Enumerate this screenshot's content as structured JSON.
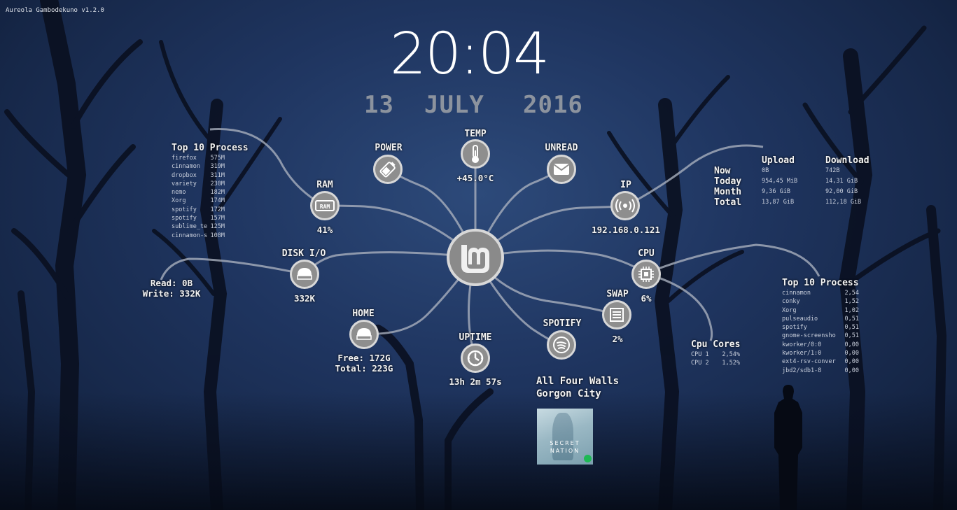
{
  "app": {
    "title": "Aureola Gambodekuno v1.2.0"
  },
  "clock": {
    "time": "20:04",
    "day": "13",
    "month": "JULY",
    "year": "2016"
  },
  "nodes": {
    "temp": {
      "label": "TEMP",
      "value": "+45.0°C",
      "icon": "thermometer-icon"
    },
    "power": {
      "label": "POWER",
      "icon": "battery-icon"
    },
    "unread": {
      "label": "UNREAD",
      "icon": "mail-icon"
    },
    "ram": {
      "label": "RAM",
      "value": "41%",
      "icon": "ram-icon"
    },
    "ip": {
      "label": "IP",
      "value": "192.168.0.121",
      "icon": "wireless-icon"
    },
    "disk_io": {
      "label": "DISK I/O",
      "value": "332K",
      "read": "Read: 0B",
      "write": "Write: 332K",
      "icon": "disk-icon"
    },
    "cpu": {
      "label": "CPU",
      "value": "6%",
      "icon": "chip-icon"
    },
    "swap": {
      "label": "SWAP",
      "value": "2%",
      "icon": "swap-icon"
    },
    "home": {
      "label": "HOME",
      "free": "Free: 172G",
      "total": "Total: 223G",
      "icon": "disk-icon"
    },
    "uptime": {
      "label": "UPTIME",
      "value": "13h 2m 57s",
      "icon": "clock-icon"
    },
    "spotify": {
      "label": "SPOTIFY",
      "track": "All Four Walls",
      "artist": "Gorgon City",
      "icon": "spotify-icon",
      "album_text_1": "SECRET",
      "album_text_2": "NATION"
    },
    "center": {
      "icon": "linux-mint-logo"
    }
  },
  "mem_process": {
    "title": "Top 10 Process",
    "rows": [
      {
        "name": "firefox",
        "value": "575M"
      },
      {
        "name": "cinnamon",
        "value": "319M"
      },
      {
        "name": "dropbox",
        "value": "311M"
      },
      {
        "name": "variety",
        "value": "230M"
      },
      {
        "name": "nemo",
        "value": "182M"
      },
      {
        "name": "Xorg",
        "value": "174M"
      },
      {
        "name": "spotify",
        "value": "172M"
      },
      {
        "name": "spotify",
        "value": "157M"
      },
      {
        "name": "sublime_te",
        "value": "125M"
      },
      {
        "name": "cinnamon-s",
        "value": "108M"
      }
    ]
  },
  "cpu_process": {
    "title": "Top 10 Process",
    "rows": [
      {
        "name": "cinnamon",
        "value": "2,54"
      },
      {
        "name": "conky",
        "value": "1,52"
      },
      {
        "name": "Xorg",
        "value": "1,02"
      },
      {
        "name": "pulseaudio",
        "value": "0,51"
      },
      {
        "name": "spotify",
        "value": "0,51"
      },
      {
        "name": "gnome-screensho",
        "value": "0,51"
      },
      {
        "name": "kworker/0:0",
        "value": "0,00"
      },
      {
        "name": "kworker/1:0",
        "value": "0,00"
      },
      {
        "name": "ext4-rsv-conver",
        "value": "0,00"
      },
      {
        "name": "jbd2/sdb1-8",
        "value": "0,00"
      }
    ]
  },
  "cpu_cores": {
    "title": "Cpu Cores",
    "rows": [
      {
        "name": "CPU 1",
        "value": "2,54%"
      },
      {
        "name": "CPU 2",
        "value": "1,52%"
      }
    ]
  },
  "network": {
    "upload_label": "Upload",
    "download_label": "Download",
    "rows": [
      {
        "label": "Now",
        "upload": "0B",
        "download": "742B"
      },
      {
        "label": "Today",
        "upload": "954,45 MiB",
        "download": "14,31 GiB"
      },
      {
        "label": "Month",
        "upload": "9,36 GiB",
        "download": "92,00 GiB"
      },
      {
        "label": "Total",
        "upload": "13,87 GiB",
        "download": "112,18 GiB"
      }
    ]
  },
  "colors": {
    "background": "#1f3560",
    "node_fill": "#8e8e8e",
    "node_border": "#d8d8d8",
    "line": "#9aa3b4",
    "spotify_green": "#1db954"
  }
}
